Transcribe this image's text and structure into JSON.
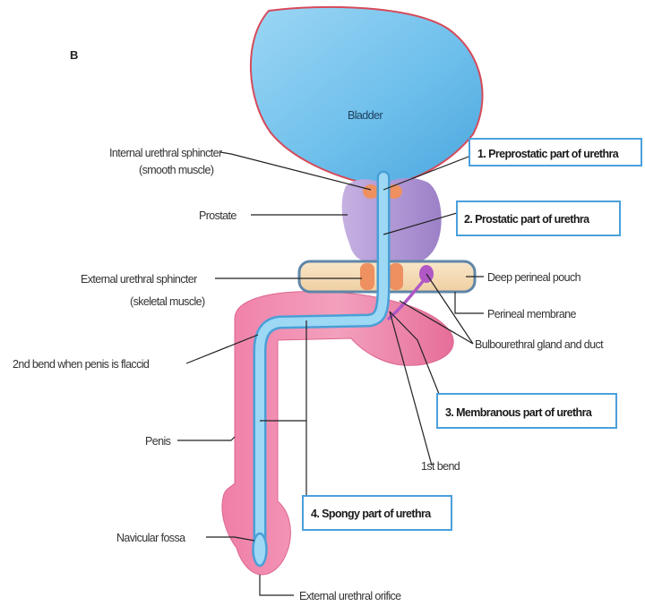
{
  "figure": {
    "panel_letter": "B",
    "organ_label": "Bladder"
  },
  "callouts": {
    "preprostatic": "1. Preprostatic part of urethra",
    "prostatic": "2. Prostatic part of urethra",
    "membranous": "3. Membranous part of urethra",
    "spongy": "4. Spongy part of urethra"
  },
  "labels": {
    "internal_sphincter_1": "Internal urethral sphincter",
    "internal_sphincter_2": "(smooth muscle)",
    "prostate": "Prostate",
    "external_sphincter_1": "External urethral sphincter",
    "external_sphincter_2": "(skeletal muscle)",
    "second_bend": "2nd bend when penis is flaccid",
    "penis": "Penis",
    "navicular_fossa": "Navicular fossa",
    "external_orifice": "External urethral orifice",
    "deep_perineal_pouch": "Deep perineal pouch",
    "perineal_membrane": "Perineal membrane",
    "bulbourethral": "Bulbourethral gland and duct",
    "first_bend": "1st bend"
  },
  "colors": {
    "bladder_fill": "#6fc0ec",
    "bladder_outline": "#d64a5a",
    "urethra": "#8fd2f2",
    "prostate": "#b49ad6",
    "sphincter": "#ee9060",
    "pouch_fill": "#f5dcb8",
    "pouch_edge": "#5f86a8",
    "spongy_tissue": "#eb7fa8",
    "gland": "#b058c6",
    "callout_border": "#4aa0dc"
  }
}
